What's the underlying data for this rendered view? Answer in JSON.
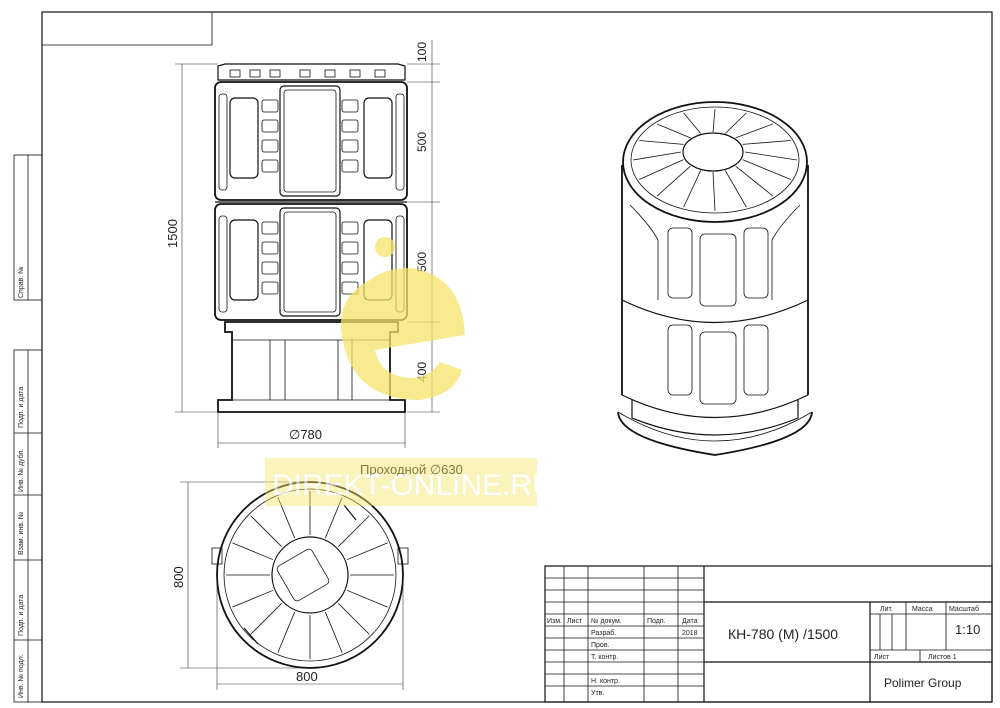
{
  "drawing": {
    "dimensions": {
      "d_top": "100",
      "d_500a": "500",
      "d_500b": "500",
      "d_400": "400",
      "d_total": "1500",
      "d_diam": "∅780",
      "d_top_h": "800",
      "d_top_w": "800",
      "d_passage": "Проходной ∅630"
    },
    "watermark": {
      "text": "DIREKT-ONLINE.RU",
      "color": "#f5e46a"
    },
    "side_stamp": [
      "Справ. №",
      "Подп. и дата",
      "Инв. № дубл.",
      "Взам. инв. №",
      "Подп. и дата",
      "Инв. № подл."
    ],
    "title_block": {
      "headers": [
        "Изм.",
        "Лист",
        "№ докум.",
        "Подп.",
        "Дата"
      ],
      "rows": [
        {
          "role": "Разраб.",
          "date": "2018"
        },
        {
          "role": "Пров.",
          "date": ""
        },
        {
          "role": "Т. контр.",
          "date": ""
        },
        {
          "role": "",
          "date": ""
        },
        {
          "role": "Н. контр.",
          "date": ""
        },
        {
          "role": "Утв.",
          "date": ""
        }
      ],
      "designation": "КН-780 (М) /1500",
      "lit_label": "Лит.",
      "mass_label": "Масса",
      "scale_label": "Масштаб",
      "scale_value": "1:10",
      "sheet_label": "Лист",
      "sheets_label": "Листов 1",
      "company": "Polimer Group"
    }
  }
}
